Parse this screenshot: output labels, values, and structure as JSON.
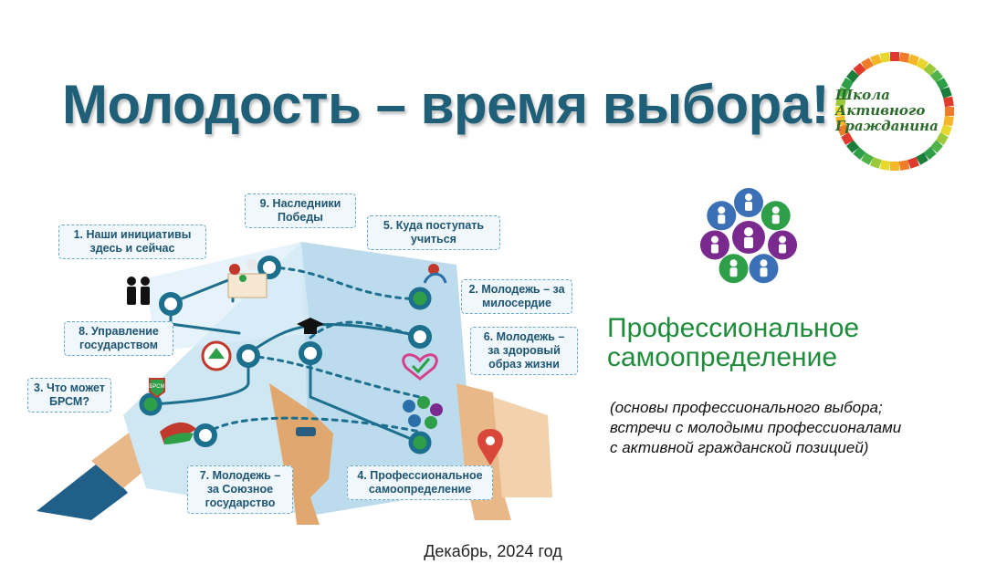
{
  "slide": {
    "title": "Молодость – время выбора!",
    "logo": {
      "lines": [
        "Школа",
        "Активного",
        "Гражданина"
      ]
    },
    "map_callouts": [
      {
        "id": "c1",
        "text": "1. Наши инициативы здесь и сейчас"
      },
      {
        "id": "c2",
        "text": "2. Молодежь – за милосердие"
      },
      {
        "id": "c3",
        "text": "3. Что может БРСМ?"
      },
      {
        "id": "c4",
        "text": "4. Профессиональное самоопределение"
      },
      {
        "id": "c5",
        "text": "5. Куда поступать учиться"
      },
      {
        "id": "c6",
        "text": "6. Молодежь – за здоровый образ жизни"
      },
      {
        "id": "c7",
        "text": "7. Молодежь – за Союзное государство"
      },
      {
        "id": "c8",
        "text": "8. Управление государством"
      },
      {
        "id": "c9",
        "text": "9. Наследники Победы"
      }
    ],
    "map_badge": "БРСМ",
    "subheading": [
      "Профессиональное",
      "самоопределение"
    ],
    "note": [
      "(основы профессионального выбора;",
      "встречи с молодыми профессионалами",
      "с активной гражданской позицией)"
    ],
    "date": "Декабрь, 2024 год",
    "colors": {
      "title": "#1f5f78",
      "subheading": "#1e8c3a",
      "callout_border": "#6aa9c9",
      "callout_text": "#1d5472",
      "map": "#cfe6f3",
      "node": "#1d6f8e",
      "node_active": "#2e9e48"
    },
    "icons": [
      "people-cluster-icon",
      "team-icon",
      "graduation-cap-icon",
      "map-pin-icon",
      "heart-icon",
      "flag-icon",
      "emblem-icon"
    ]
  }
}
